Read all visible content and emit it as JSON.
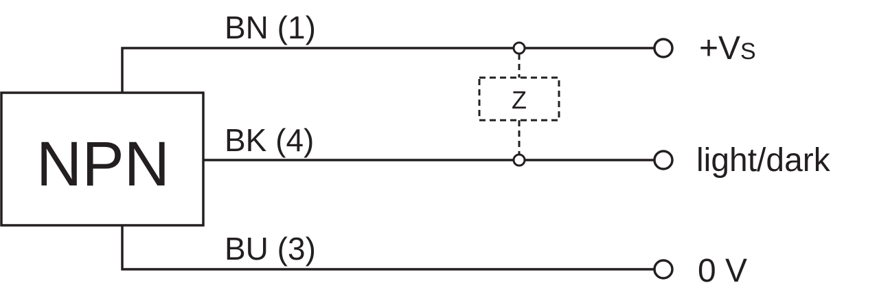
{
  "diagram": {
    "block_label": "NPN",
    "load_label": "Z",
    "wires": [
      {
        "label": "BN (1)",
        "terminal": "+V",
        "terminal_sub": "S"
      },
      {
        "label": "BK (4)",
        "terminal": "light/dark"
      },
      {
        "label": "BU (3)",
        "terminal": "0 V"
      }
    ]
  }
}
